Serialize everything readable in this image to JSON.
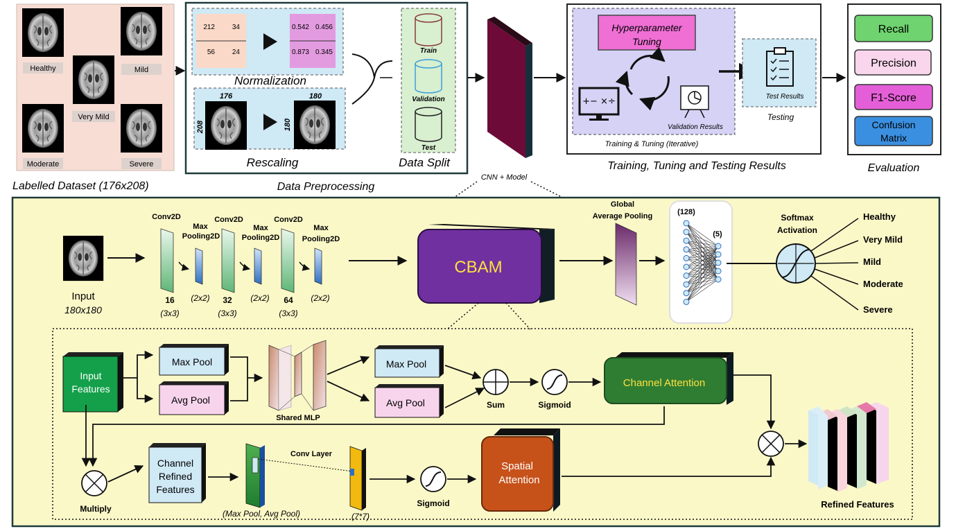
{
  "dataset": {
    "classes": [
      "Healthy",
      "Very Mild",
      "Mild",
      "Moderate",
      "Severe"
    ],
    "caption": "Labelled Dataset  (176x208)"
  },
  "preprocessing": {
    "caption": "Data Preprocessing",
    "normalization": {
      "title": "Normalization",
      "before": [
        "212",
        "34",
        "56",
        "24"
      ],
      "after": [
        "0.542",
        "0.456",
        "0.873",
        "0.345"
      ]
    },
    "rescaling": {
      "title": "Rescaling",
      "before_w": "176",
      "before_h": "208",
      "after_w": "180",
      "after_h": "180"
    },
    "split": {
      "title": "Data Split",
      "items": [
        "Train",
        "Validation",
        "Test"
      ]
    }
  },
  "cnn_label": "CNN + Model",
  "training": {
    "caption": "Training, Tuning and Testing Results",
    "hyper_line1": "Hyperparameter",
    "hyper_line2": "Tuning",
    "validation": "Validation Results",
    "loop": "Training & Tuning (Iterative)",
    "test_results": "Test Results",
    "testing": "Testing"
  },
  "evaluation": {
    "caption": "Evaluation",
    "metrics": [
      "Recall",
      "Precision",
      "F1-Score"
    ],
    "confusion_line1": "Confusion",
    "confusion_line2": "Matrix"
  },
  "model": {
    "input_label": "Input",
    "input_size": "180x180",
    "layers": {
      "conv1": "Conv2D",
      "pool1a": "Max",
      "pool1b": "Pooling2D",
      "conv2": "Conv2D",
      "pool2a": "Max",
      "pool2b": "Pooling2D",
      "conv3": "Conv2D",
      "pool3a": "Max",
      "pool3b": "Pooling2D"
    },
    "filters": {
      "f1": "16",
      "k1": "(3x3)",
      "p1": "(2x2)",
      "f2": "32",
      "k2": "(3x3)",
      "p2": "(2x2)",
      "f3": "64",
      "k3": "(3x3)",
      "p3": "(2x2)"
    },
    "cbam": "CBAM",
    "gap_line1": "Global",
    "gap_line2": "Average Pooling",
    "dense1": "(128)",
    "dense2": "(5)",
    "softmax_line1": "Softmax",
    "softmax_line2": "Activation",
    "outputs": [
      "Healthy",
      "Very Mild",
      "Mild",
      "Moderate",
      "Severe"
    ]
  },
  "cbam_detail": {
    "input_line1": "Input",
    "input_line2": "Features",
    "max_pool": "Max Pool",
    "avg_pool": "Avg Pool",
    "shared_mlp": "Shared MLP",
    "sum": "Sum",
    "sigmoid": "Sigmoid",
    "channel_attention": "Channel Attention",
    "multiply": "Multiply",
    "crf_line1": "Channel",
    "crf_line2": "Refined",
    "crf_line3": "Features",
    "conv_layer": "Conv Layer",
    "pool_note": "(Max Pool, Avg Pool)",
    "kernel": "(7*7)",
    "spatial_line1": "Spatial",
    "spatial_line2": "Attention",
    "refined": "Refined Features"
  }
}
